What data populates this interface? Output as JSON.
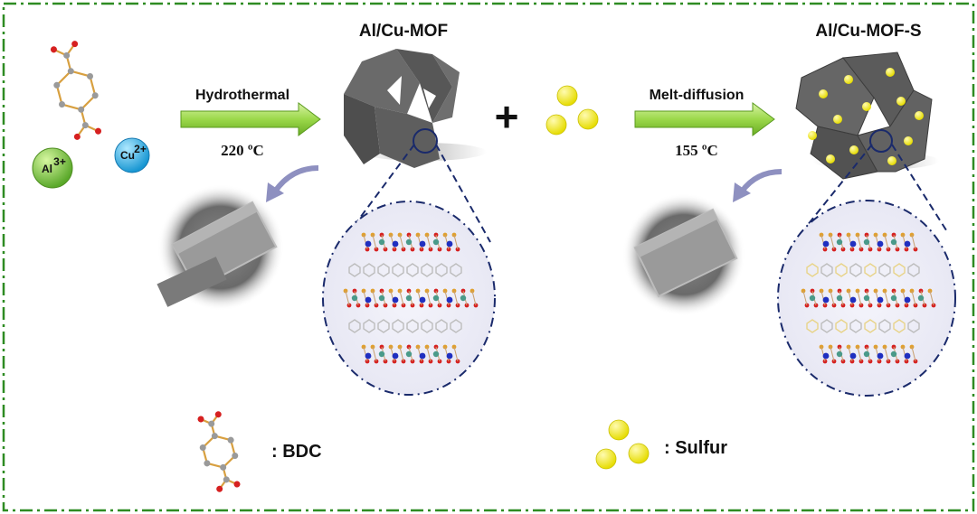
{
  "titles": {
    "mof": "Al/Cu-MOF",
    "mof_s": "Al/Cu-MOF-S"
  },
  "steps": [
    {
      "method": "Hydrothermal",
      "temperature": "220 ºC"
    },
    {
      "method": "Melt-diffusion",
      "temperature": "155 ºC"
    }
  ],
  "ions": {
    "al_base": "Al",
    "al_charge": "3+",
    "cu_base": "Cu",
    "cu_charge": "2+"
  },
  "plus_sign": "+",
  "legend": {
    "bdc": ": BDC",
    "sulfur": ": Sulfur"
  },
  "colors": {
    "border": "#2e8b22",
    "arrow_fill": "#9bd84a",
    "al_ion": "#7cc83a",
    "cu_ion": "#28b0e6",
    "sulfur": "#f3ec1a",
    "mof_crystal": "#5a5a5a",
    "zoom_outline": "#1a2a6b",
    "oxygen": "#d62020",
    "carbon_bond": "#e0a030"
  }
}
